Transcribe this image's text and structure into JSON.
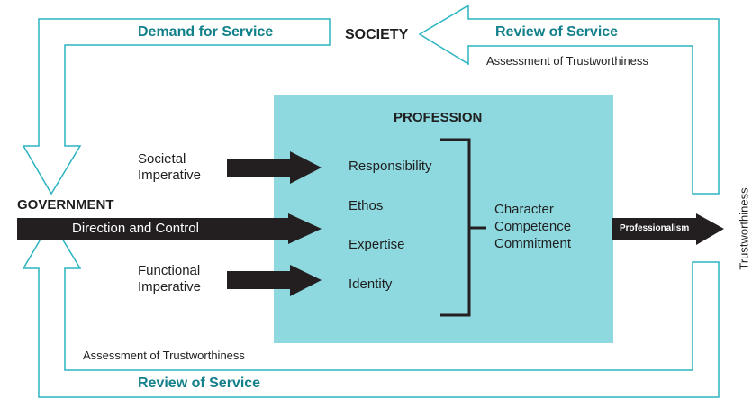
{
  "colors": {
    "teal_line": "#2bb3c0",
    "teal_text": "#12808a",
    "profession_fill": "#8ed9df",
    "arrow_fill": "#231f20",
    "text": "#1f1f1f"
  },
  "nodes": {
    "society": "SOCIETY",
    "government": "GOVERNMENT",
    "profession": "PROFESSION"
  },
  "flows": {
    "demand_for_service": "Demand for Service",
    "review_of_service_top": "Review of Service",
    "review_of_service_bottom": "Review of Service",
    "assessment_top": "Assessment of Trustworthiness",
    "assessment_bottom": "Assessment of Trustworthiness",
    "trustworthiness": "Trustworthiness",
    "professionalism": "Professionalism",
    "direction_and_control": "Direction and Control"
  },
  "imperatives": {
    "societal": [
      "Societal",
      "Imperative"
    ],
    "functional": [
      "Functional",
      "Imperative"
    ]
  },
  "profession_attributes": [
    "Responsibility",
    "Ethos",
    "Expertise",
    "Identity"
  ],
  "profession_qualities": [
    "Character",
    "Competence",
    "Commitment"
  ]
}
